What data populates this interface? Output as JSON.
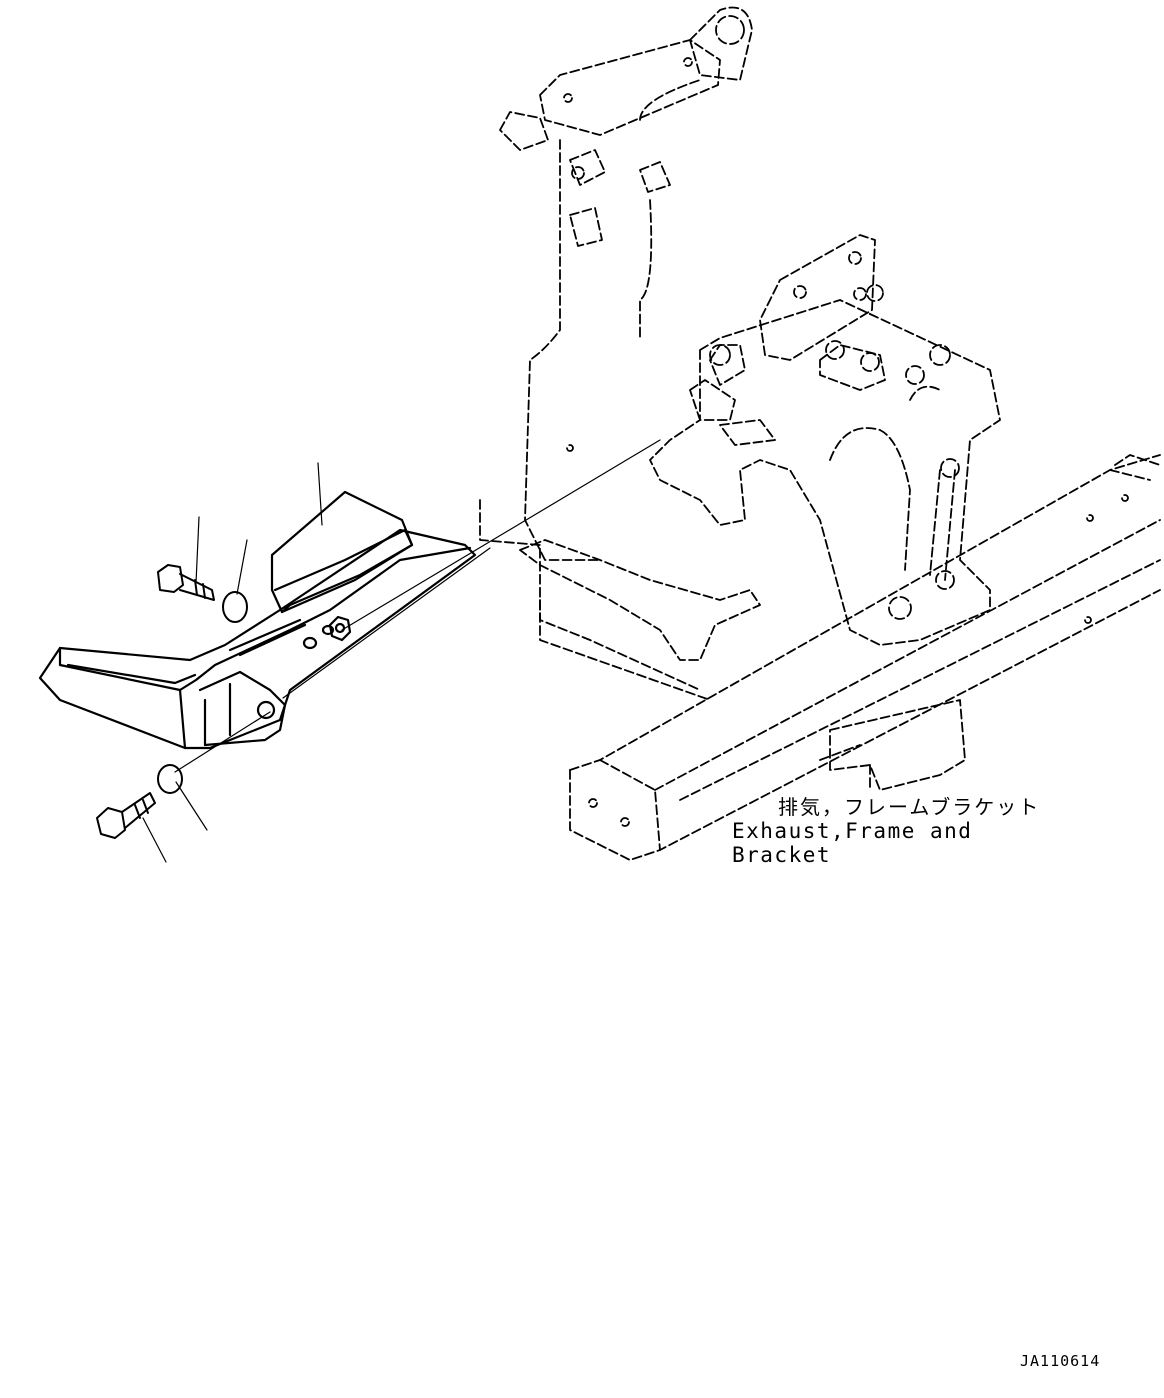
{
  "reference_label": {
    "japanese": "排気，フレームブラケット",
    "english": "Exhaust,Frame and Bracket"
  },
  "drawing_id": "JA110614",
  "colors": {
    "line": "#000000",
    "background": "#ffffff"
  }
}
